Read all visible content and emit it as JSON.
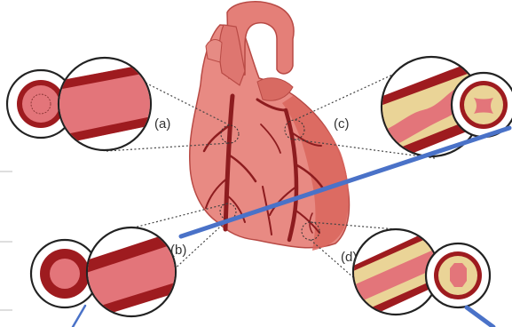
{
  "labels": {
    "a": "(a)",
    "b": "(b)",
    "c": "(c)",
    "d": "(d)"
  },
  "colors": {
    "vessel_wall": "#9e1b1f",
    "vessel_lumen": "#e3757a",
    "plaque": "#ead497",
    "heart_body": "#e88a83",
    "heart_dark": "#c9524c",
    "coronary": "#8d1c1f",
    "guide_line": "#444444",
    "annotation_line": "#4a72c8"
  },
  "panels": [
    {
      "id": "a",
      "stenosis": "none",
      "plaque_fraction": 0.0
    },
    {
      "id": "b",
      "stenosis": "wall-thickening",
      "plaque_fraction": 0.0
    },
    {
      "id": "c",
      "stenosis": "severe",
      "plaque_fraction": 0.7
    },
    {
      "id": "d",
      "stenosis": "moderate",
      "plaque_fraction": 0.4
    }
  ]
}
